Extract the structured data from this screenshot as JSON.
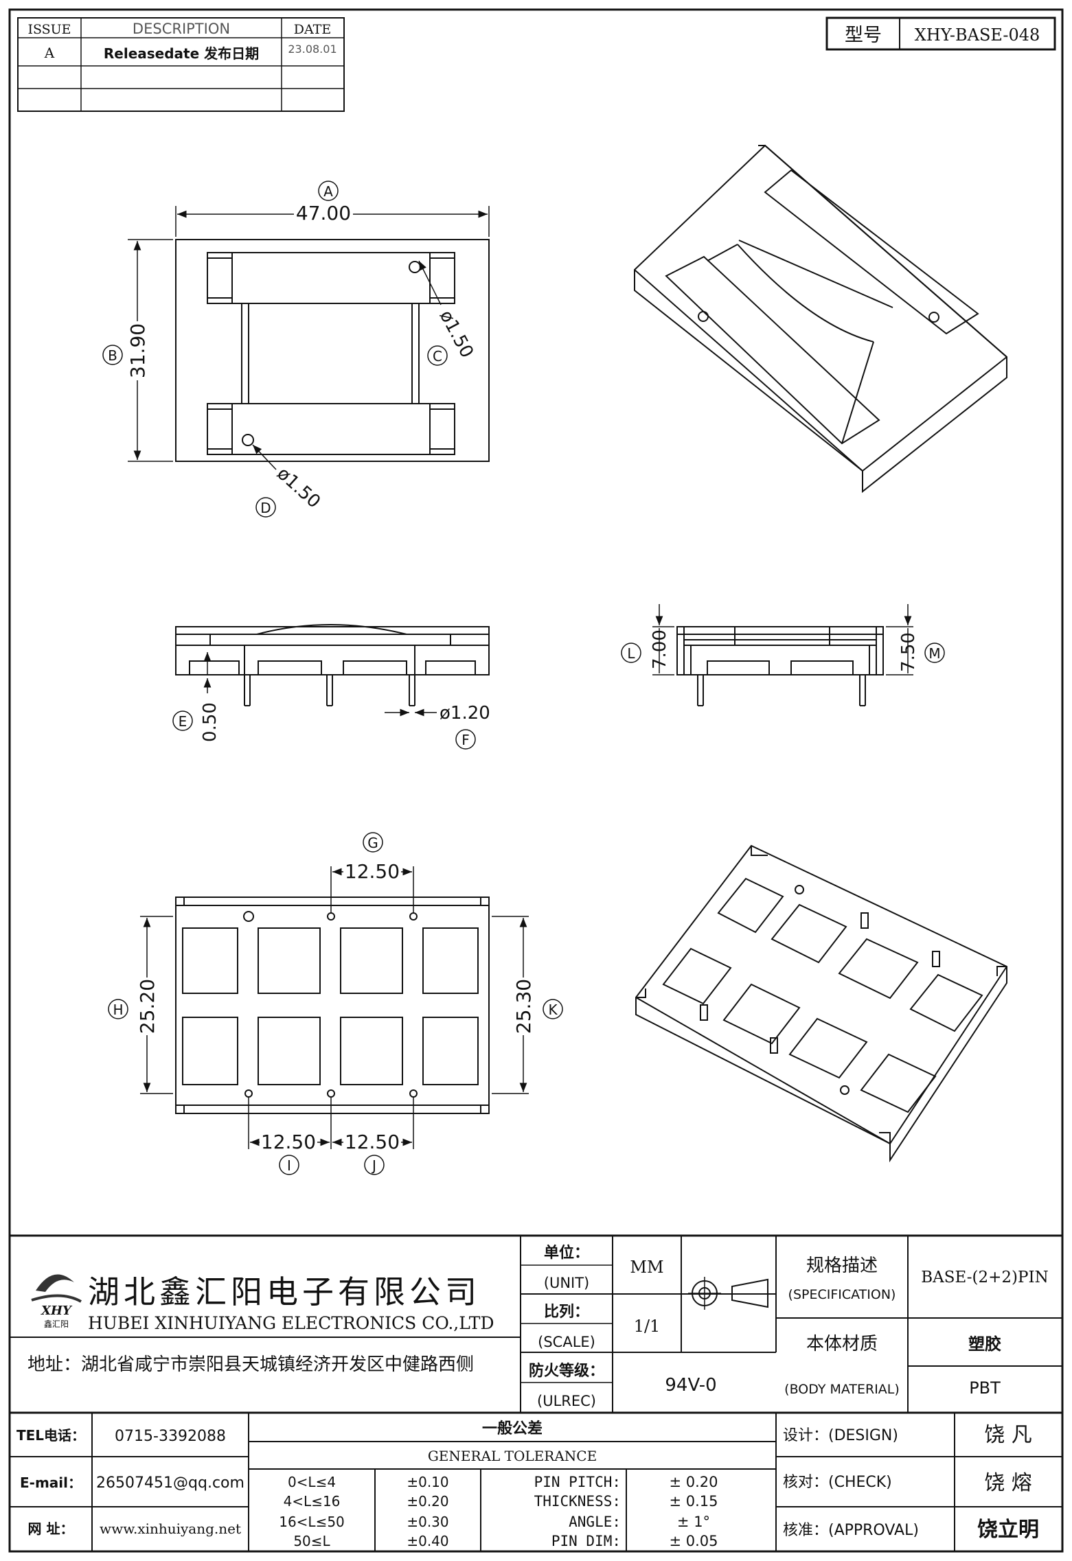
{
  "revision_table": {
    "headers": [
      "ISSUE",
      "DESCRIPTION",
      "DATE"
    ],
    "rows": [
      {
        "issue": "A",
        "description": "Releasedate 发布日期",
        "date": "23.08.01"
      },
      {
        "issue": "",
        "description": "",
        "date": ""
      },
      {
        "issue": "",
        "description": "",
        "date": ""
      }
    ]
  },
  "model_box": {
    "label": "型号",
    "value": "XHY-BASE-048"
  },
  "dimensions": {
    "A": {
      "label": "A",
      "value": "47.00"
    },
    "B": {
      "label": "B",
      "value": "31.90"
    },
    "C": {
      "label": "C",
      "value": "ø1.50"
    },
    "D": {
      "label": "D",
      "value": "ø1.50"
    },
    "E": {
      "label": "E",
      "value": "0.50"
    },
    "F": {
      "label": "F",
      "value": "ø1.20"
    },
    "G": {
      "label": "G",
      "value": "12.50"
    },
    "H": {
      "label": "H",
      "value": "25.20"
    },
    "I": {
      "label": "I",
      "value": "12.50"
    },
    "J": {
      "label": "J",
      "value": "12.50"
    },
    "K": {
      "label": "K",
      "value": "25.30"
    },
    "L": {
      "label": "L",
      "value": "7.00"
    },
    "M": {
      "label": "M",
      "value": "7.50"
    }
  },
  "company": {
    "logo_text": "XHY",
    "logo_sub": "鑫汇阳",
    "name_cn": "湖北鑫汇阳电子有限公司",
    "name_en": "HUBEI XINHUIYANG ELECTRONICS CO.,LTD",
    "address": "地址：湖北省咸宁市崇阳县天城镇经济开发区中健路西侧"
  },
  "title_block": {
    "unit_cn": "单位：",
    "unit_en": "(UNIT)",
    "unit_value": "MM",
    "scale_cn": "比列：",
    "scale_en": "(SCALE)",
    "scale_value": "1/1",
    "ulrec_cn": "防火等级：",
    "ulrec_en": "(ULREC)",
    "ulrec_value": "94V-0",
    "spec_cn": "规格描述",
    "spec_en": "(SPECIFICATION)",
    "spec_value": "BASE-(2+2)PIN",
    "material_cn": "本体材质",
    "material_en": "(BODY MATERIAL)",
    "material_value_cn": "塑胶",
    "material_value_en": "PBT"
  },
  "contact": {
    "tel_label": "TEL电话：",
    "tel": "0715-3392088",
    "email_label": "E-mail：",
    "email": "26507451@qq.com",
    "web_label": "网  址：",
    "web": "www.xinhuiyang.net"
  },
  "tolerance": {
    "title_cn": "一般公差",
    "title_en": "GENERAL TOLERANCE",
    "ranges": [
      {
        "range": "0<L≤4",
        "tol": "±0.10"
      },
      {
        "range": "4<L≤16",
        "tol": "±0.20"
      },
      {
        "range": "16<L≤50",
        "tol": "±0.30"
      },
      {
        "range": "50≤L",
        "tol": "±0.40"
      }
    ],
    "specs": [
      {
        "name": "PIN PITCH:",
        "tol": "± 0.20"
      },
      {
        "name": "THICKNESS:",
        "tol": "± 0.15"
      },
      {
        "name": "ANGLE:",
        "tol": "± 1°"
      },
      {
        "name": "PIN DIM:",
        "tol": "± 0.05"
      }
    ]
  },
  "approvals": {
    "design_label": "设计：(DESIGN)",
    "design_name": "饶  凡",
    "check_label": "核对：(CHECK)",
    "check_name": "饶  熔",
    "approval_label": "核准：(APPROVAL)",
    "approval_name": "饶立明"
  }
}
